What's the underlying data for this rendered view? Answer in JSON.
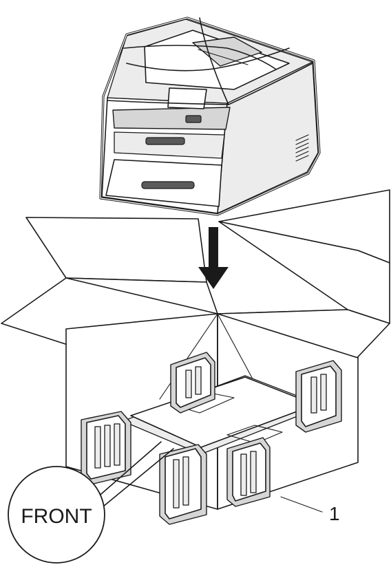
{
  "callout": {
    "number": "1"
  },
  "label": {
    "front": "FRONT"
  },
  "figure": {
    "components": [
      "printer",
      "plastic-bag",
      "down-arrow",
      "carton-box",
      "packing-pieces",
      "front-label"
    ]
  }
}
